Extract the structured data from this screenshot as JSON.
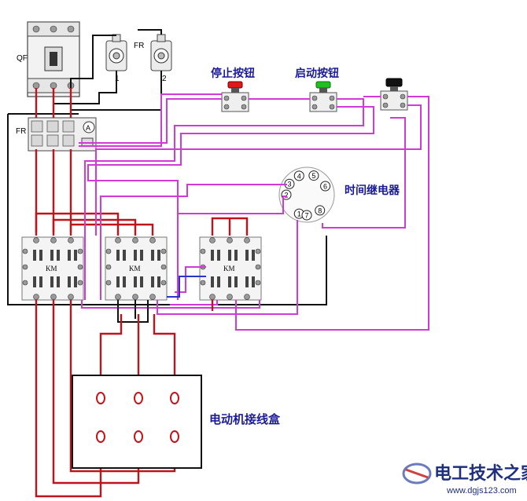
{
  "labels": {
    "qf": "QF",
    "fr_top": "FR",
    "fr_left": "FR",
    "fuse1_num": "1",
    "fuse2_num": "2",
    "stop_button": "停止按钮",
    "start_button": "启动按钮",
    "time_relay": "时间继电器",
    "motor_box": "电动机接线盒",
    "ammeter": "A",
    "km1": "KM",
    "km2": "KM",
    "km3": "KM",
    "relay_pins": [
      "1",
      "2",
      "3",
      "4",
      "5",
      "6",
      "7",
      "8"
    ]
  },
  "watermark": {
    "name": "电工技术之家",
    "url": "www.dgjs123.com"
  },
  "colors": {
    "red_wire": "#c0141c",
    "black_wire": "#111111",
    "magenta_wire": "#d23ad8",
    "blue_wire": "#2a35c8",
    "title_text": "#1a1a99",
    "stop_cap": "#e01818",
    "start_cap": "#20c020",
    "third_cap": "#111111"
  },
  "icons": [
    "circuit-breaker-icon",
    "fuse-icon",
    "push-button-icon",
    "contactor-icon",
    "relay-socket-icon"
  ]
}
